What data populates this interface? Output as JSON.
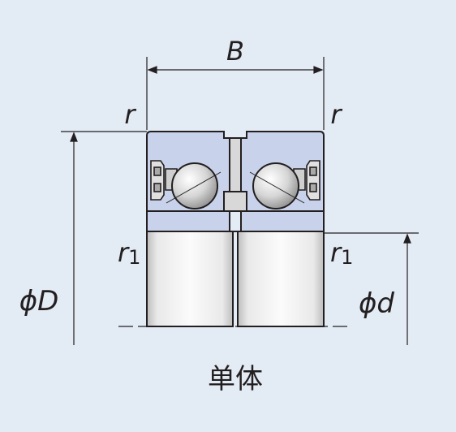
{
  "labels": {
    "width": "B",
    "chamfer_left": "r",
    "chamfer_right": "r",
    "chamfer1_left_main": "r",
    "chamfer1_left_sub": "1",
    "chamfer1_right_main": "r",
    "chamfer1_right_sub": "1",
    "outer_diameter": "ϕD",
    "inner_diameter": "ϕd",
    "caption": "单体"
  },
  "colors": {
    "background": "#e3ebf5",
    "outer_ring": "#c8d2ea",
    "inner_ring_light": "#f5f5f5",
    "inner_ring_dark": "#cfcfcf",
    "line": "#231f20"
  }
}
